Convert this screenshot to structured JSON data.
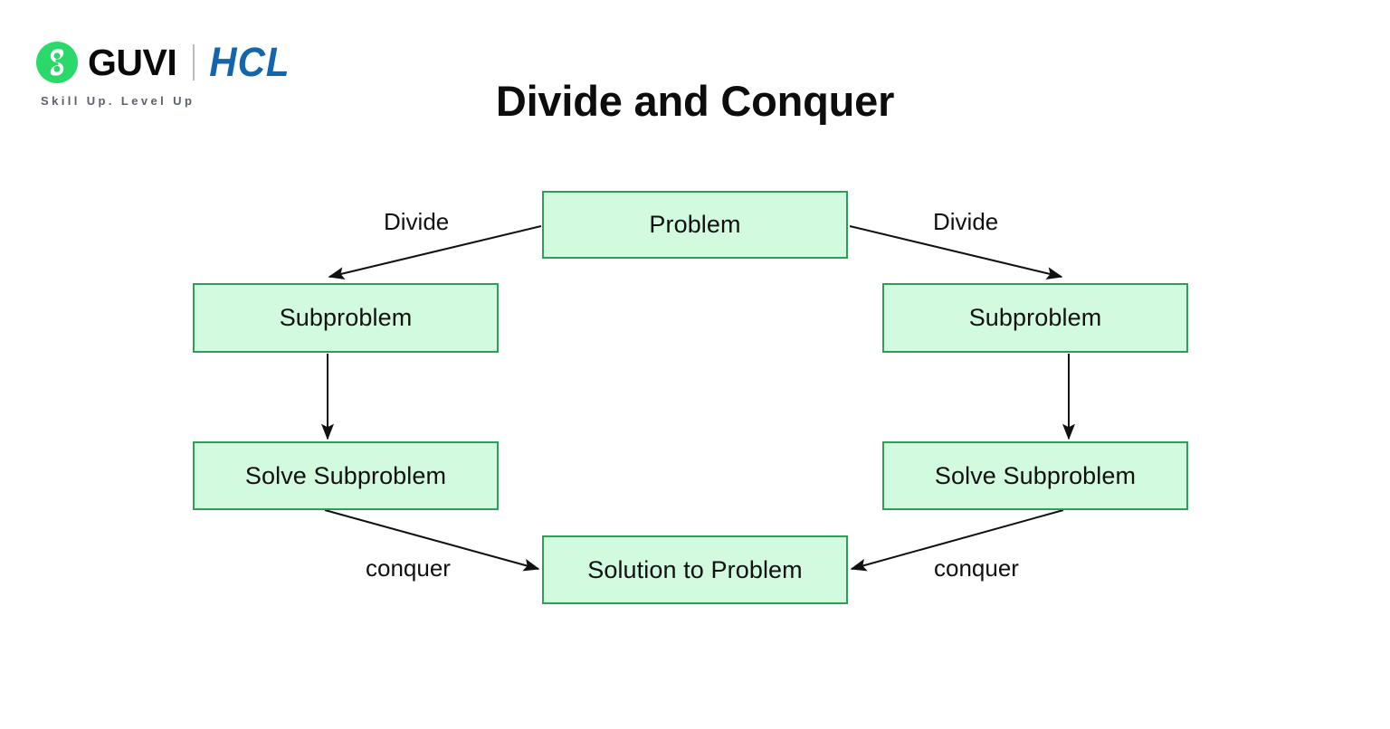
{
  "brand": {
    "logo_icon": "guvi-circle-g-icon",
    "name": "GUVI",
    "partner": "HCL",
    "tagline": "Skill Up. Level Up",
    "colors": {
      "guvi_green": "#2bd96a",
      "hcl_blue": "#1266ae",
      "tagline_gray": "#5b616b"
    }
  },
  "title": "Divide and Conquer",
  "diagram": {
    "type": "flowchart",
    "node_fill": "#d2fade",
    "node_border": "#2e9d55",
    "edge_color": "#111111",
    "nodes": [
      {
        "id": "problem",
        "label": "Problem"
      },
      {
        "id": "sub_left",
        "label": "Subproblem"
      },
      {
        "id": "sub_right",
        "label": "Subproblem"
      },
      {
        "id": "solve_left",
        "label": "Solve Subproblem"
      },
      {
        "id": "solve_right",
        "label": "Solve Subproblem"
      },
      {
        "id": "solution",
        "label": "Solution to Problem"
      }
    ],
    "edges": [
      {
        "from": "problem",
        "to": "sub_left",
        "label": "Divide"
      },
      {
        "from": "problem",
        "to": "sub_right",
        "label": "Divide"
      },
      {
        "from": "sub_left",
        "to": "solve_left",
        "label": ""
      },
      {
        "from": "sub_right",
        "to": "solve_right",
        "label": ""
      },
      {
        "from": "solve_left",
        "to": "solution",
        "label": "conquer"
      },
      {
        "from": "solve_right",
        "to": "solution",
        "label": "conquer"
      }
    ],
    "edge_labels": {
      "divide_left": "Divide",
      "divide_right": "Divide",
      "conquer_left": "conquer",
      "conquer_right": "conquer"
    }
  }
}
